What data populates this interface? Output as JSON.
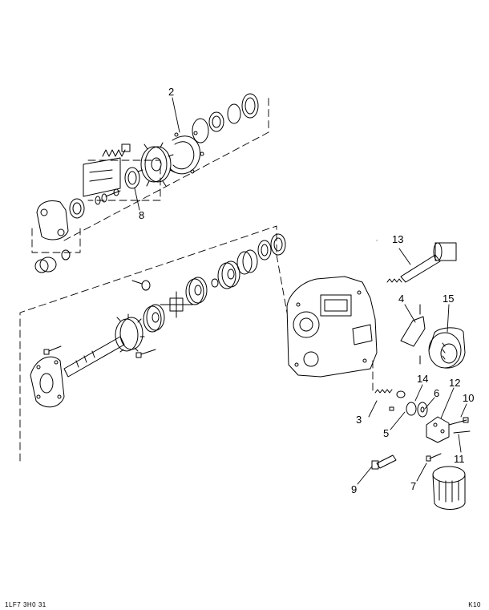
{
  "callouts": [
    "2",
    "8",
    "13",
    "4",
    "15",
    "14",
    "6",
    "12",
    "10",
    "3",
    "5",
    "11",
    "9",
    "7"
  ],
  "footer": {
    "left": "1LF7 3H0 31",
    "right": "K10"
  }
}
